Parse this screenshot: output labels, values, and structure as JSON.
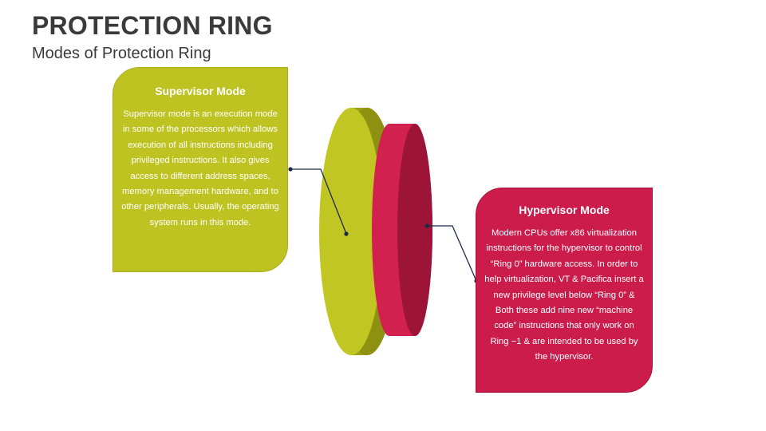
{
  "header": {
    "title": "PROTECTION RING",
    "subtitle": "Modes of Protection Ring"
  },
  "supervisor": {
    "title": "Supervisor Mode",
    "body": "Supervisor mode is an execution mode in some of the processors which allows execution of all instructions including privileged instructions. It also gives access to different address spaces, memory management hardware, and to other peripherals. Usually, the operating system runs in this mode.",
    "color": "#bec322"
  },
  "hypervisor": {
    "title": "Hypervisor Mode",
    "body": "Modern CPUs offer x86 virtualization instructions for the hypervisor to control “Ring 0” hardware access. In order to help virtualization, VT & Pacifica insert a new privilege level below “Ring 0” & Both these add nine new “machine code” instructions that only work on Ring −1 & are intended to be used by the hypervisor.",
    "color": "#cc1c4c"
  }
}
